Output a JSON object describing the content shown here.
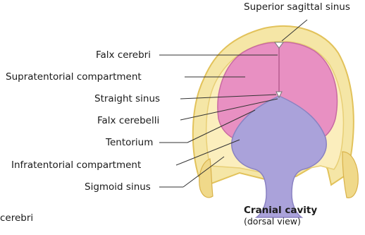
{
  "labels": {
    "superior_sagittal_sinus": "Superior sagittal sinus",
    "falx_cerebri": "Falx cerebri",
    "supratentorial_compartment": "Supratentorial compartment",
    "straight_sinus": "Straight sinus",
    "falx_cerebelli": "Falx cerebelli",
    "tentorium": "Tentorium",
    "infratentorial_compartment": "Infratentorial compartment",
    "sigmoid_sinus": "Sigmoid sinus"
  },
  "cut_off_text": "cerebri",
  "caption": {
    "title": "Cranial cavity",
    "subtitle": "(dorsal view)"
  },
  "colors": {
    "skull_bone": "#f0dc8c",
    "scalp_outline": "#e9c75a",
    "supratentorial": "#e98fc0",
    "infratentorial": "#a9a1d8",
    "leader_line": "#333333"
  }
}
